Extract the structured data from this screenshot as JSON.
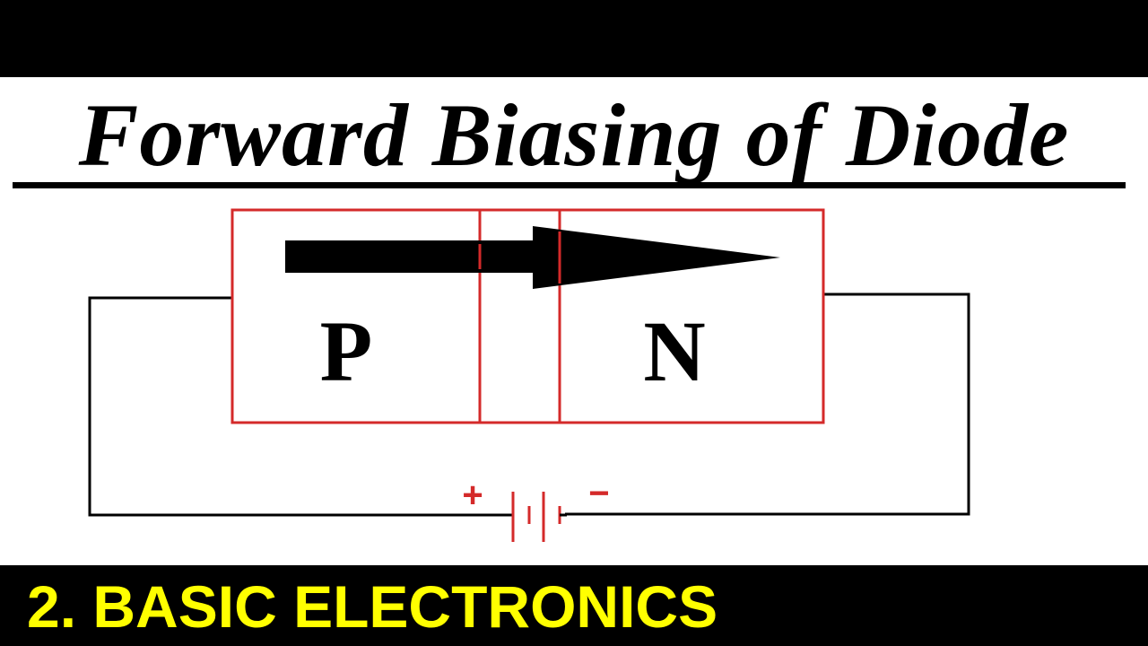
{
  "title": "Forward Biasing of Diode",
  "regions": {
    "p_label": "P",
    "n_label": "N"
  },
  "battery": {
    "positive_sign": "+",
    "negative_sign": "−"
  },
  "footer": {
    "text": "2. BASIC ELECTRONICS"
  },
  "colors": {
    "background": "#ffffff",
    "frame": "#000000",
    "junction_red": "#d42a2a",
    "footer_text": "#ffff00",
    "wire": "#000000"
  }
}
